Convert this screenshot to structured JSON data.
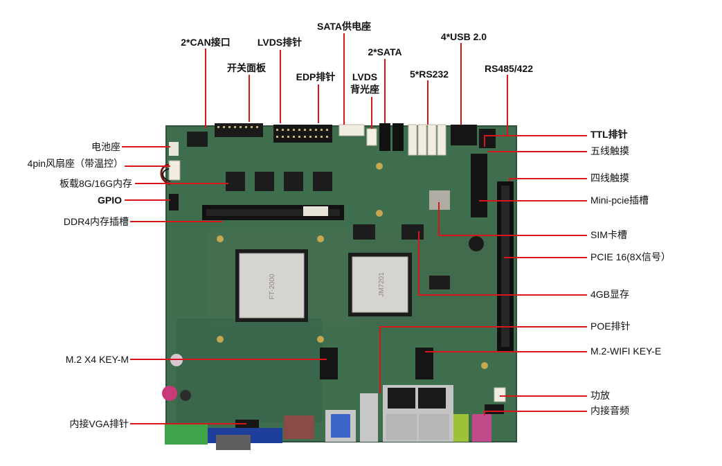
{
  "colors": {
    "leader": "#d9141b",
    "pcb": "#3f6e4e",
    "pcb_dark": "#2c5039",
    "silk": "#dfe6df"
  },
  "labels": {
    "top": [
      {
        "id": "can",
        "text": "2*CAN接口"
      },
      {
        "id": "lvds_header",
        "text": "LVDS排针"
      },
      {
        "id": "power_panel",
        "text": "开关面板"
      },
      {
        "id": "sata_power",
        "text": "SATA供电座"
      },
      {
        "id": "edp",
        "text": "EDP排针"
      },
      {
        "id": "lvds_backlight_1",
        "text": "LVDS"
      },
      {
        "id": "lvds_backlight_2",
        "text": "背光座"
      },
      {
        "id": "sata",
        "text": "2*SATA"
      },
      {
        "id": "rs232",
        "text": "5*RS232"
      },
      {
        "id": "usb",
        "text": "4*USB 2.0"
      },
      {
        "id": "rs485",
        "text": "RS485/422"
      }
    ],
    "left": [
      {
        "id": "battery",
        "text": "电池座"
      },
      {
        "id": "fan",
        "text": "4pin风扇座（带温控）"
      },
      {
        "id": "onboard_mem",
        "text": "板载8G/16G内存"
      },
      {
        "id": "gpio",
        "text": "GPIO"
      },
      {
        "id": "ddr4",
        "text": "DDR4内存插槽"
      },
      {
        "id": "m2_m",
        "text": "M.2  X4  KEY-M"
      },
      {
        "id": "vga",
        "text": "内接VGA排针"
      }
    ],
    "right": [
      {
        "id": "ttl",
        "text": "TTL排针"
      },
      {
        "id": "touch5",
        "text": "五线触摸"
      },
      {
        "id": "touch4",
        "text": "四线触摸"
      },
      {
        "id": "minipcie",
        "text": "Mini-pcie插槽"
      },
      {
        "id": "sim",
        "text": "SIM卡槽"
      },
      {
        "id": "pcie16",
        "text": "PCIE 16(8X信号）"
      },
      {
        "id": "vram",
        "text": "4GB显存"
      },
      {
        "id": "poe",
        "text": "POE排针"
      },
      {
        "id": "m2_wifi",
        "text": "M.2-WIFI KEY-E"
      },
      {
        "id": "amp",
        "text": "功放"
      },
      {
        "id": "audio",
        "text": "内接音频"
      }
    ]
  },
  "chip_marks": {
    "cpu": "FT-2000",
    "gpu": "JM7201"
  }
}
